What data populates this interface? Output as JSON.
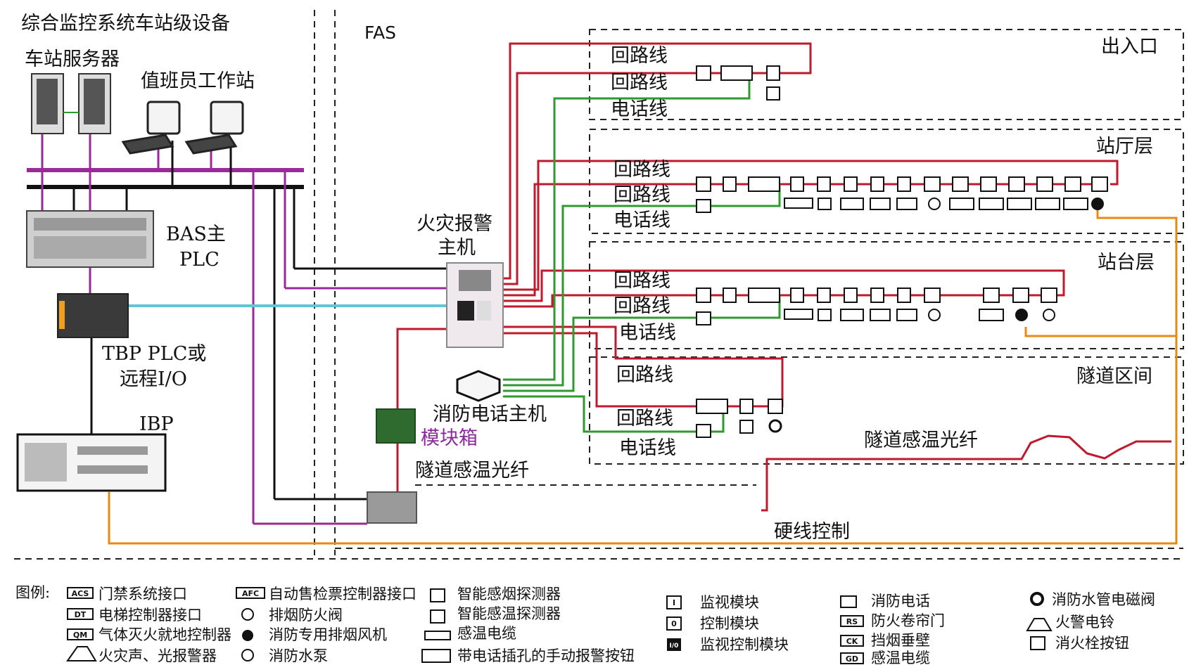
{
  "regions": {
    "left_title": "综合监控系统车站级设备",
    "fas": "FAS",
    "entrance": "出入口",
    "hall": "站厅层",
    "platform": "站台层",
    "tunnel": "隧道区间"
  },
  "devices": {
    "server": "车站服务器",
    "workstation": "值班员工作站",
    "bas_plc_1": "BAS主",
    "bas_plc_2": "PLC",
    "tbp_1": "TBP PLC或",
    "tbp_2": "远程I/O",
    "ibp": "IBP",
    "fire_host_1": "火灾报警",
    "fire_host_2": "主机",
    "phone_host": "消防电话主机",
    "module_box": "模块箱",
    "fiber_left": "隧道感温光纤",
    "fiber_right": "隧道感温光纤",
    "hardwire": "硬线控制"
  },
  "lines": {
    "loop": "回路线",
    "phone": "电话线"
  },
  "legend": {
    "title": "图例:",
    "items": [
      {
        "code": "ACS",
        "label": "门禁系统接口"
      },
      {
        "code": "DT",
        "label": "电梯控制器接口"
      },
      {
        "code": "QM",
        "label": "气体灭火就地控制器"
      },
      {
        "code": "",
        "label": "火灾声、光报警器"
      },
      {
        "code": "AFC",
        "label": "自动售检票控制器接口"
      },
      {
        "code": "",
        "label": "排烟防火阀"
      },
      {
        "code": "",
        "label": "消防专用排烟风机"
      },
      {
        "code": "",
        "label": "消防水泵"
      },
      {
        "code": "",
        "label": "智能感烟探测器"
      },
      {
        "code": "",
        "label": "智能感温探测器"
      },
      {
        "code": "",
        "label": "感温电缆"
      },
      {
        "code": "",
        "label": "带电话插孔的手动报警按钮"
      },
      {
        "code": "I",
        "label": "监视模块"
      },
      {
        "code": "0",
        "label": "控制模块"
      },
      {
        "code": "I/0",
        "label": "监视控制模块"
      },
      {
        "code": "",
        "label": "消防电话"
      },
      {
        "code": "RS",
        "label": "防火卷帘门"
      },
      {
        "code": "CK",
        "label": "挡烟垂壁"
      },
      {
        "code": "GD",
        "label": "感温电缆"
      },
      {
        "code": "",
        "label": "消防水管电磁阀"
      },
      {
        "code": "",
        "label": "火警电铃"
      },
      {
        "code": "",
        "label": "消火栓按钮"
      }
    ]
  },
  "colors": {
    "loop": "#c0182c",
    "phone": "#2e9a2e",
    "bus_magenta": "#9a2a9a",
    "bus_black": "#111111",
    "hardwire": "#e88a10",
    "cyan": "#5cc8d0"
  }
}
